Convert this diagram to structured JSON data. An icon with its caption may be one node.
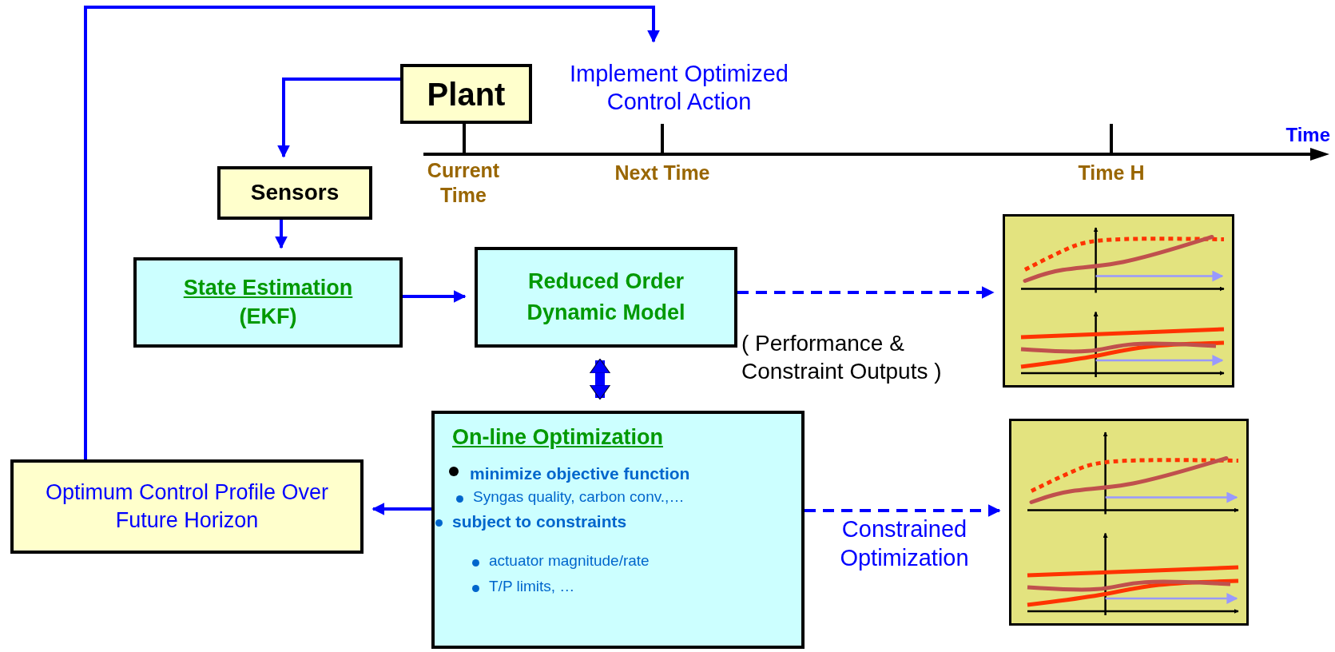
{
  "diagram": {
    "nodes": [
      {
        "text": [
          "Plant"
        ]
      },
      {
        "text": [
          "Sensors"
        ]
      },
      {
        "text": [
          "State Estimation",
          "(EKF)"
        ]
      },
      {
        "text": [
          "Reduced Order Dynamic Model"
        ]
      },
      {
        "text": [
          "On-line Optimization",
          "minimize objective function",
          "Syngas quality, carbon conv.,…",
          "subject to constraints",
          "actuator magnitude/rate",
          "T/P  limits, …"
        ]
      },
      {
        "text": [
          "Optimum Control Profile Over Future Horizon"
        ]
      },
      {
        "text": [
          "Implement Optimized Control Action"
        ]
      },
      {
        "text": [],
        "shape": "picture"
      },
      {
        "text": [],
        "shape": "picture"
      }
    ],
    "edges": [
      {
        "from": 0,
        "to": 1,
        "arrow": "to"
      },
      {
        "from": 1,
        "to": 2,
        "arrow": "to"
      },
      {
        "from": 2,
        "to": 3,
        "arrow": "to"
      },
      {
        "from": 3,
        "to": 4,
        "arrow": "both",
        "style": "thick"
      },
      {
        "from": 4,
        "to": 5,
        "arrow": "to"
      },
      {
        "from": 5,
        "to": 6,
        "arrow": "to"
      },
      {
        "from": 3,
        "to": 7,
        "arrow": "to",
        "style": "dashed"
      },
      {
        "from": 4,
        "to": 8,
        "arrow": "to",
        "style": "dashed"
      }
    ],
    "labels": [
      "Time",
      "Current Time",
      "Next Time",
      "Time H",
      "( Performance & Constraint Outputs )",
      "Constrained Optimization"
    ]
  }
}
